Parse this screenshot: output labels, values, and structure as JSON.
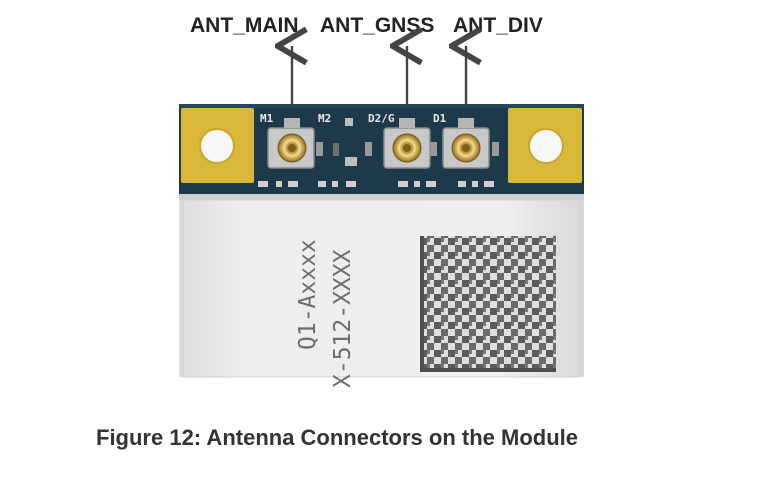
{
  "antennas": [
    {
      "label": "ANT_MAIN",
      "pad": "M1"
    },
    {
      "label": "ANT_GNSS",
      "pad": "D2/G"
    },
    {
      "label": "ANT_DIV",
      "pad": "D1"
    }
  ],
  "board": {
    "silkscreen": {
      "m1": "M1",
      "m2": "M2",
      "d2g": "D2/G",
      "d1": "D1"
    },
    "shield_text": {
      "line1": "Q1-Axxxx",
      "line2": "X-512-XXXX"
    }
  },
  "caption": "Figure 12: Antenna Connectors on the Module",
  "colors": {
    "pcb": "#1c3a4a",
    "gold_pad": "#d8b83a",
    "shield": "#e9e9e9",
    "arrow": "#444444"
  }
}
